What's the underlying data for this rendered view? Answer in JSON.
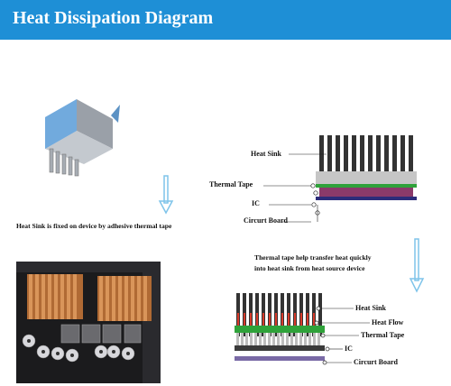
{
  "header": {
    "title": "Heat Dissipation Diagram"
  },
  "left": {
    "caption": "Heat Sink is fixed on device by adhesive thermal tape"
  },
  "diagram_top": {
    "labels": {
      "heat_sink": "Heat Sink",
      "thermal_tape": "Thermal Tape",
      "ic": "IC",
      "circuit_board": "Circurt Board"
    }
  },
  "middle_text": {
    "line1": "Thermal tape help transfer heat quickly",
    "line2": "into heat sink from heat source device"
  },
  "diagram_bottom": {
    "labels": {
      "heat_sink": "Heat Sink",
      "heat_flow": "Heat Flow",
      "thermal_tape": "Thermal Tape",
      "ic": "IC",
      "circuit_board": "Circurt Board"
    }
  },
  "colors": {
    "banner": "#1e8fd6",
    "arrow": "#7fc4ea",
    "thermal_tape": "#2fa23a",
    "ic": "#8b3a6a",
    "board": "#2c2c7a",
    "heat_flow": "#d73a2a"
  }
}
